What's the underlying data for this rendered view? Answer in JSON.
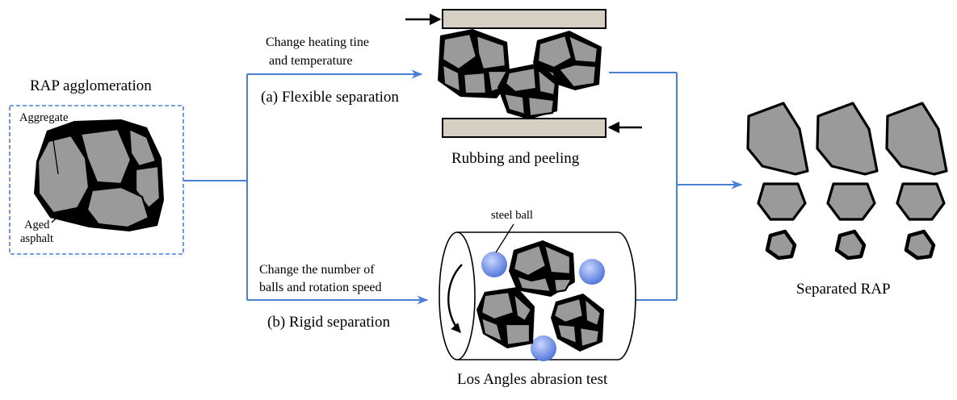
{
  "agglomeration": {
    "title": "RAP agglomeration",
    "aggregate_label": "Aggregate",
    "aged_label": "Aged",
    "asphalt_label": "asphalt"
  },
  "flexible": {
    "condition_line1": "Change heating tine",
    "condition_line2": "and temperature",
    "method": "(a) Flexible separation",
    "caption": "Rubbing and peeling"
  },
  "rigid": {
    "condition_line1": "Change the number of",
    "condition_line2": "balls and rotation speed",
    "method": "(b) Rigid separation",
    "caption": "Los Angles abrasion test",
    "ball_label": "steel ball"
  },
  "result": {
    "caption": "Separated RAP"
  },
  "colors": {
    "flow_line": "#4a7fd6",
    "aggregate": "#9a9a9a",
    "plate": "#d6cfc4",
    "steel_ball": "#5b7fe0"
  }
}
